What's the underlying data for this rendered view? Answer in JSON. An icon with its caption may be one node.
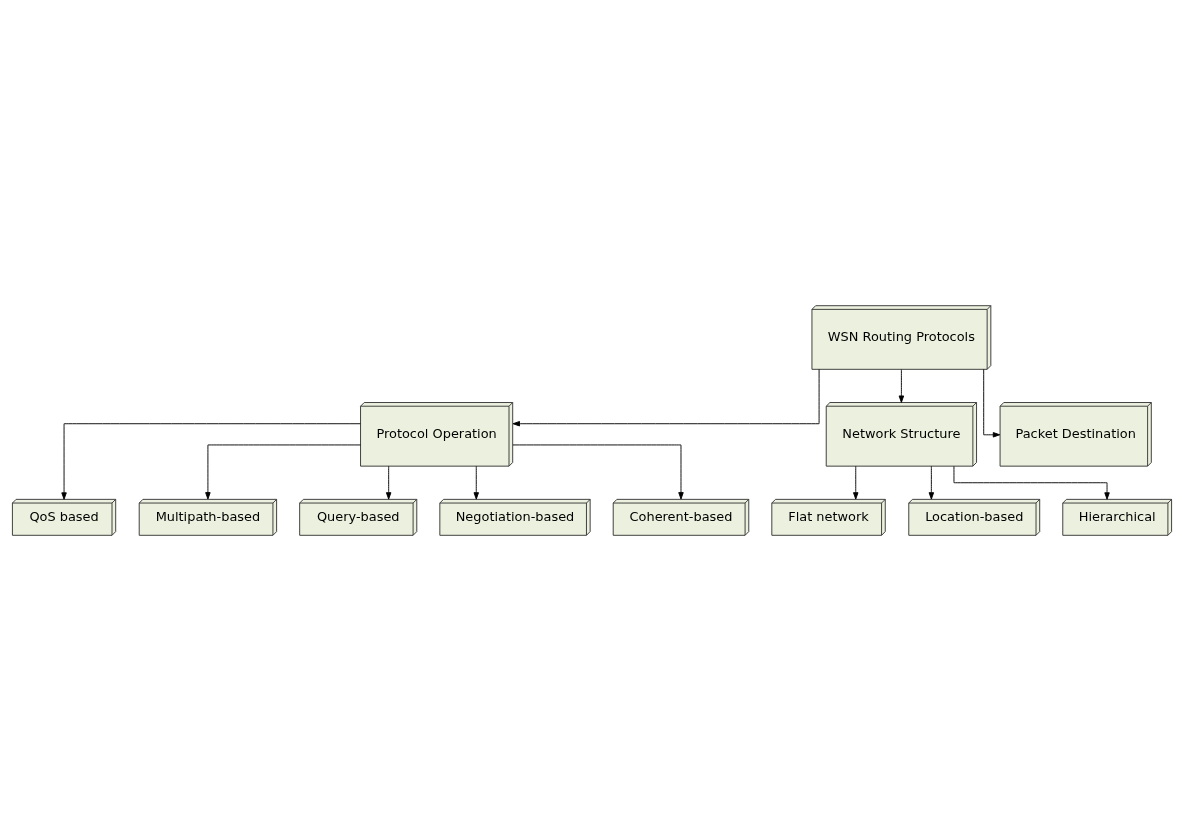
{
  "diagram": {
    "nodes": [
      {
        "text": [
          "WSN Routing Protocols"
        ]
      },
      {
        "text": [
          "Protocol Operation"
        ]
      },
      {
        "text": [
          "Network Structure"
        ]
      },
      {
        "text": [
          "Packet Destination"
        ]
      },
      {
        "text": [
          "QoS based"
        ]
      },
      {
        "text": [
          "Multipath-based"
        ]
      },
      {
        "text": [
          "Query-based"
        ]
      },
      {
        "text": [
          "Negotiation-based"
        ]
      },
      {
        "text": [
          "Coherent-based"
        ]
      },
      {
        "text": [
          "Flat network"
        ]
      },
      {
        "text": [
          "Location-based"
        ]
      },
      {
        "text": [
          "Hierarchical"
        ]
      }
    ],
    "edges": [
      {
        "from": 0,
        "to": 1,
        "arrow": "to"
      },
      {
        "from": 0,
        "to": 2,
        "arrow": "to"
      },
      {
        "from": 0,
        "to": 3,
        "arrow": "to"
      },
      {
        "from": 1,
        "to": 4,
        "arrow": "to"
      },
      {
        "from": 1,
        "to": 5,
        "arrow": "to"
      },
      {
        "from": 1,
        "to": 6,
        "arrow": "to"
      },
      {
        "from": 1,
        "to": 7,
        "arrow": "to"
      },
      {
        "from": 1,
        "to": 8,
        "arrow": "to"
      },
      {
        "from": 2,
        "to": 9,
        "arrow": "to"
      },
      {
        "from": 2,
        "to": 10,
        "arrow": "to"
      },
      {
        "from": 2,
        "to": 11,
        "arrow": "to"
      }
    ]
  }
}
